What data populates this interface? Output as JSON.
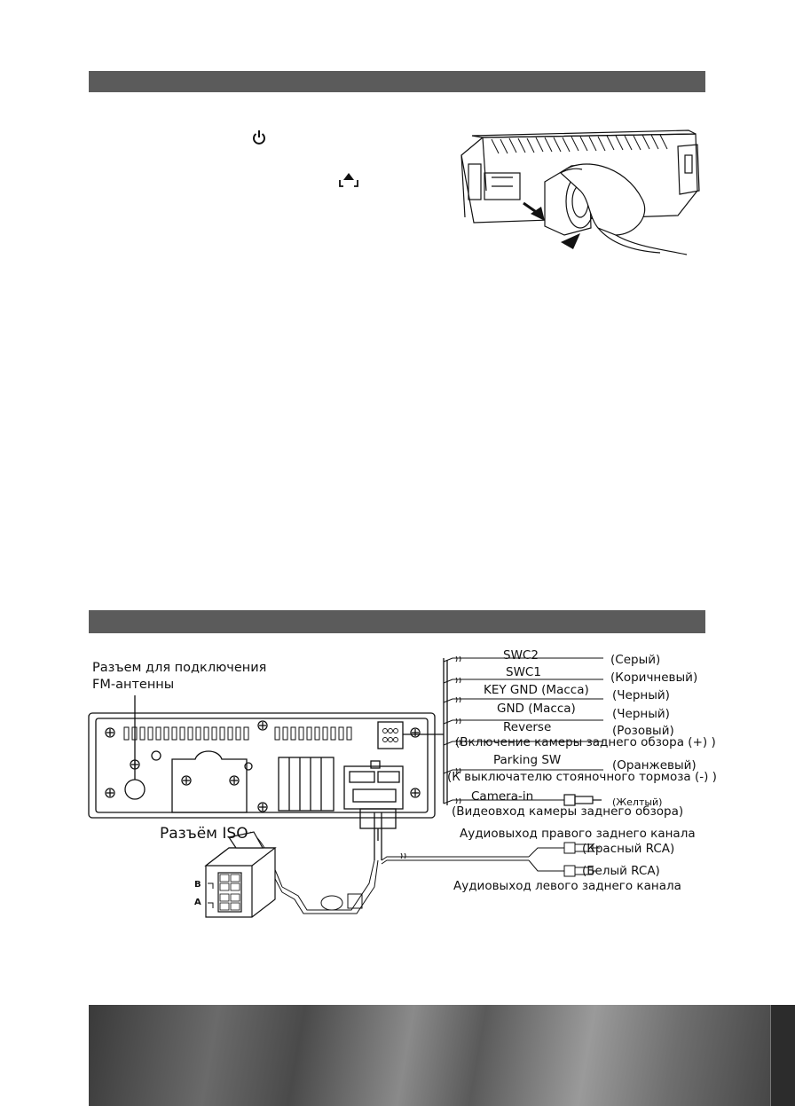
{
  "section_top": {
    "power_symbol": "power-icon",
    "eject_symbol": "eject-icon"
  },
  "wiring": {
    "fm_antenna_label_line1": "Разъем для подключения",
    "fm_antenna_label_line2": "FM-антенны",
    "iso_label": "Разъём ISO",
    "iso_pin_b": "B",
    "iso_pin_a": "A",
    "wires": [
      {
        "name": "SWC2",
        "color": "(Серый)"
      },
      {
        "name": "SWC1",
        "color": "(Коричневый)"
      },
      {
        "name": "KEY GND (Масса)",
        "color": "(Черный)"
      },
      {
        "name": "GND (Масса)",
        "color": "(Черный)"
      },
      {
        "name": "Reverse",
        "color": "(Розовый)",
        "note": "(Включение камеры заднего обзора (+) )"
      },
      {
        "name": "Parking SW",
        "color": "(Оранжевый)",
        "note": "(К выключателю стояночного тормоза (-) )"
      },
      {
        "name": "Camera-in",
        "color": "(Желтый)",
        "note": "(Видеовход камеры заднего обзора)"
      }
    ],
    "audio_right_label": "Аудиовыход правого заднего канала",
    "rca_red": "(Красный RCA)",
    "rca_white": "(Белый RCA)",
    "audio_left_label": "Аудиовыход левого заднего канала"
  }
}
